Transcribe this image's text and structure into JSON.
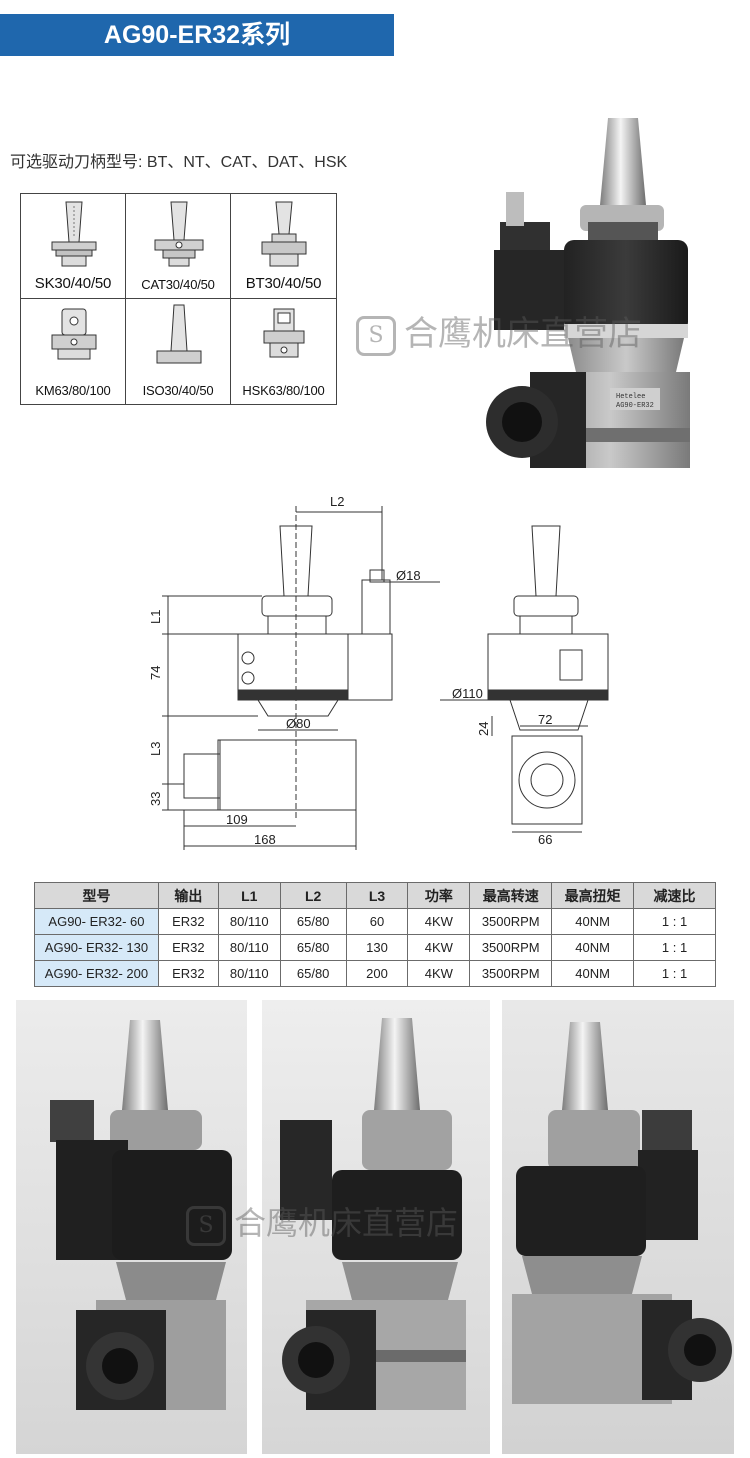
{
  "title": "AG90-ER32系列",
  "shank_note": "可选驱动刀柄型号: BT、NT、CAT、DAT、HSK",
  "shank_types": [
    {
      "label": "SK30/40/50",
      "icon": "sk-shank-icon"
    },
    {
      "label": "CAT30/40/50",
      "icon": "cat-shank-icon"
    },
    {
      "label": "BT30/40/50",
      "icon": "bt-shank-icon"
    },
    {
      "label": "KM63/80/100",
      "icon": "km-shank-icon"
    },
    {
      "label": "ISO30/40/50",
      "icon": "iso-shank-icon"
    },
    {
      "label": "HSK63/80/100",
      "icon": "hsk-shank-icon"
    }
  ],
  "watermark": "合鹰机床直营店",
  "hero_plate": {
    "line1": "Hetelee",
    "line2": "AG90-ER32"
  },
  "drawing": {
    "L2": "L2",
    "L1": "L1",
    "L3": "L3",
    "d18": "Ø18",
    "h74": "74",
    "d80": "Ø80",
    "h33": "33",
    "w109": "109",
    "w168": "168",
    "d110": "Ø110",
    "h24": "24",
    "w72": "72",
    "w66": "66"
  },
  "spec_table": {
    "headers": [
      "型号",
      "输出",
      "L1",
      "L2",
      "L3",
      "功率",
      "最高转速",
      "最高扭矩",
      "减速比"
    ],
    "rows": [
      [
        "AG90- ER32- 60",
        "ER32",
        "80/110",
        "65/80",
        "60",
        "4KW",
        "3500RPM",
        "40NM",
        "1 : 1"
      ],
      [
        "AG90- ER32- 130",
        "ER32",
        "80/110",
        "65/80",
        "130",
        "4KW",
        "3500RPM",
        "40NM",
        "1 : 1"
      ],
      [
        "AG90- ER32- 200",
        "ER32",
        "80/110",
        "65/80",
        "200",
        "4KW",
        "3500RPM",
        "40NM",
        "1 : 1"
      ]
    ]
  },
  "colors": {
    "banner": "#1f67ad",
    "model_cell": "#d6e9f8",
    "header_cell": "#d9d9d9"
  }
}
